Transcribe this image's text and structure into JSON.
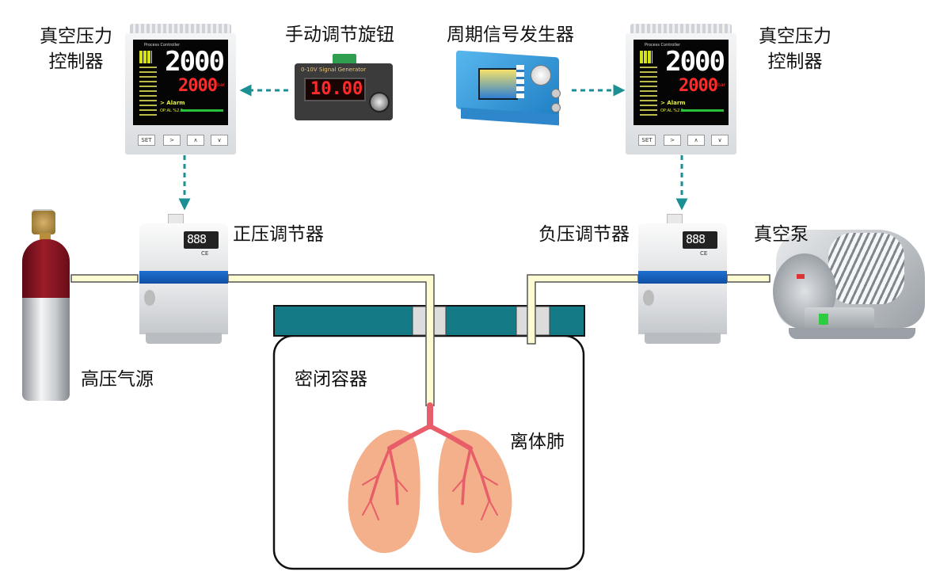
{
  "labels": {
    "controller_left": [
      "真空压力",
      "控制器"
    ],
    "knob": "手动调节旋钮",
    "signal_generator": "周期信号发生器",
    "controller_right": [
      "真空压力",
      "控制器"
    ],
    "positive_regulator": "正压调节器",
    "negative_regulator": "负压调节器",
    "vacuum_pump": "真空泵",
    "gas_source": "高压气源",
    "sealed_container": "密闭容器",
    "lung": "离体肺"
  },
  "controller_screen": {
    "header": "Process Controller",
    "pv": "2000",
    "sv": "2000",
    "alarm": "> Alarm",
    "op": "OP:AL %2.5",
    "buttons": [
      "SET",
      ">",
      "∧",
      "∨"
    ]
  },
  "knob_unit": {
    "title": "0-10V Signal Generator",
    "reading": "10.00"
  },
  "regulator_display": "888",
  "colors": {
    "arrow": "#1a8f94",
    "container_bar": "#137a86",
    "tube_fill": "#fdfbd2",
    "tube_stroke": "#555555",
    "lung_fill": "#f4b08a",
    "airway": "#e85d6a"
  }
}
